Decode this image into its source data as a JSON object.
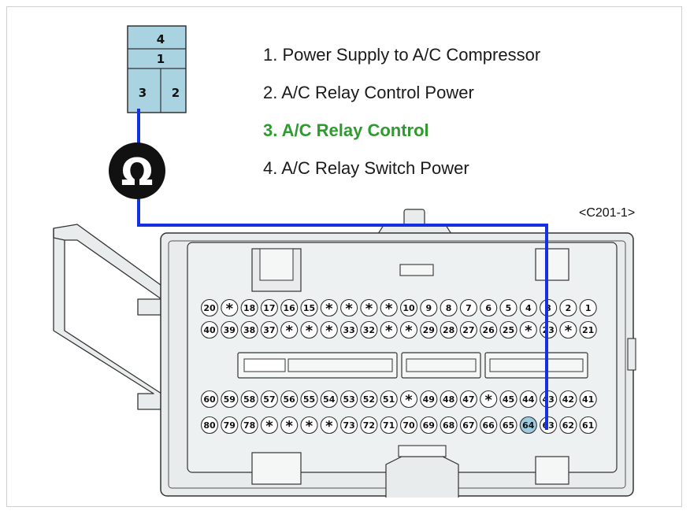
{
  "relay_connector": {
    "pins": [
      "4",
      "1",
      "3",
      "2"
    ]
  },
  "meter": {
    "symbol": "Ω"
  },
  "legend": [
    {
      "text": "1. Power Supply to A/C Compressor",
      "highlight": false
    },
    {
      "text": "2. A/C Relay Control Power",
      "highlight": false
    },
    {
      "text": "3. A/C Relay Control",
      "highlight": true
    },
    {
      "text": "4. A/C Relay Switch Power",
      "highlight": false
    }
  ],
  "connector_id": "<C201-1>",
  "pin_rows": [
    [
      "20",
      "*",
      "18",
      "17",
      "16",
      "15",
      "*",
      "*",
      "*",
      "*",
      "10",
      "9",
      "8",
      "7",
      "6",
      "5",
      "4",
      "3",
      "2",
      "1"
    ],
    [
      "40",
      "39",
      "38",
      "37",
      "*",
      "*",
      "*",
      "33",
      "32",
      "*",
      "*",
      "29",
      "28",
      "27",
      "26",
      "25",
      "*",
      "23",
      "*",
      "21"
    ],
    [
      "60",
      "59",
      "58",
      "57",
      "56",
      "55",
      "54",
      "53",
      "52",
      "51",
      "*",
      "49",
      "48",
      "47",
      "*",
      "45",
      "44",
      "43",
      "42",
      "41"
    ],
    [
      "80",
      "79",
      "78",
      "*",
      "*",
      "*",
      "*",
      "73",
      "72",
      "71",
      "70",
      "69",
      "68",
      "67",
      "66",
      "65",
      "64",
      "63",
      "62",
      "61"
    ]
  ],
  "probed_pin": "64",
  "colors": {
    "wire": "#1430e0",
    "relay_fill": "#a9d3e0",
    "connector_fill": "#e8ecec",
    "highlight": "#2f9a2f",
    "pin_highlight": "#9fcbe0"
  }
}
